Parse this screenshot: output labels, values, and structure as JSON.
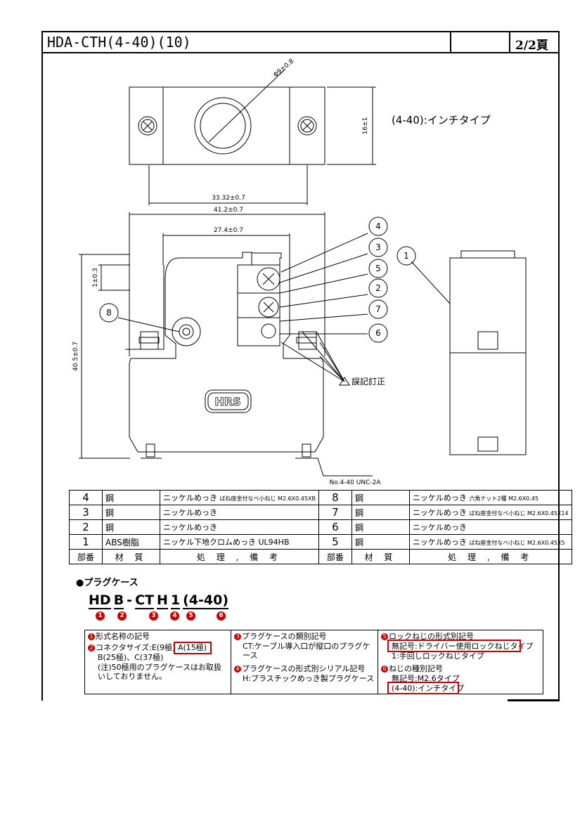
{
  "header": {
    "title": "HDA-CTH(4-40)(10)",
    "page": "2/2頁"
  },
  "drawing": {
    "inch_type_label": "(4-40):インチタイプ",
    "dims": {
      "diameter": "Φ9±0.8",
      "height16": "16±1",
      "w3332": "33.32±0.7",
      "w412": "41.2±0.7",
      "w274": "27.4±0.7",
      "h405": "40.5±0.7",
      "h1": "1±0.3"
    },
    "callouts": [
      "4",
      "3",
      "5",
      "2",
      "7",
      "6",
      "8",
      "1"
    ],
    "correction_note": "誤記訂正",
    "thread_note": "No.4-40 UNC-2A",
    "logo": "HRS"
  },
  "parts_table": {
    "rows": [
      {
        "no_l": "4",
        "mat_l": "鋼",
        "note_l": "ニッケルめっき",
        "extra_l": "ばね座金付なべ小ねじ M2.6X0.45XB",
        "no_r": "8",
        "mat_r": "鋼",
        "note_r": "ニッケルめっき",
        "extra_r": "六角ナット2種 M2.6X0.45"
      },
      {
        "no_l": "3",
        "mat_l": "鋼",
        "note_l": "ニッケルめっき",
        "extra_l": "",
        "no_r": "7",
        "mat_r": "鋼",
        "note_r": "ニッケルめっき",
        "extra_r": "ばね座金付なべ小ねじ M2.6X0.45X14"
      },
      {
        "no_l": "2",
        "mat_l": "鋼",
        "note_l": "ニッケルめっき",
        "extra_l": "",
        "no_r": "6",
        "mat_r": "鋼",
        "note_r": "ニッケルめっき",
        "extra_r": ""
      },
      {
        "no_l": "1",
        "mat_l": "ABS樹脂",
        "note_l": "ニッケル下地クロムめっき",
        "extra_l": "UL94HB",
        "no_r": "5",
        "mat_r": "鋼",
        "note_r": "ニッケルめっき",
        "extra_r": "ばね座金付なべ小ねじ M2.6X0.45X5"
      }
    ],
    "header": {
      "no": "部番",
      "material": "材 質",
      "note": "処 理 , 備 考"
    }
  },
  "plug_case": {
    "title": "●プラグケース",
    "code_parts": [
      "HD",
      "B",
      "-",
      "CT",
      "H",
      "1",
      "(4-40)"
    ],
    "markers": [
      "1",
      "2",
      "3",
      "4",
      "5",
      "6"
    ],
    "legend": {
      "c1_title": "形式名称の記号",
      "c1_size_label": "コネクタサイズ:E(9極)",
      "c1_size_hl": "A(15極)",
      "c1_size_more": "B(25極)、C(37極)",
      "c1_note": "(注)50極用のプラグケースはお取扱いしておりません。",
      "c3_title": "プラグケースの類別記号",
      "c3_text": "CT:ケーブル導入口が縦口のプラグケース",
      "c4_title": "プラグケースの形式別シリアル記号",
      "c4_text": "H:プラスチックめっき製プラグケース",
      "c5_title": "ロックねじの形式別記号",
      "c5_hl": "無記号:ドライバー使用ロックねじタイプ",
      "c5_text": "1:手回しロックねじタイプ",
      "c6_title": "ねじの種別記号",
      "c6_text": "無記号:M2.6タイプ",
      "c6_hl": "(4-40):インチタイプ"
    }
  },
  "colors": {
    "accent_red": "#cc0000",
    "line": "#000000"
  }
}
